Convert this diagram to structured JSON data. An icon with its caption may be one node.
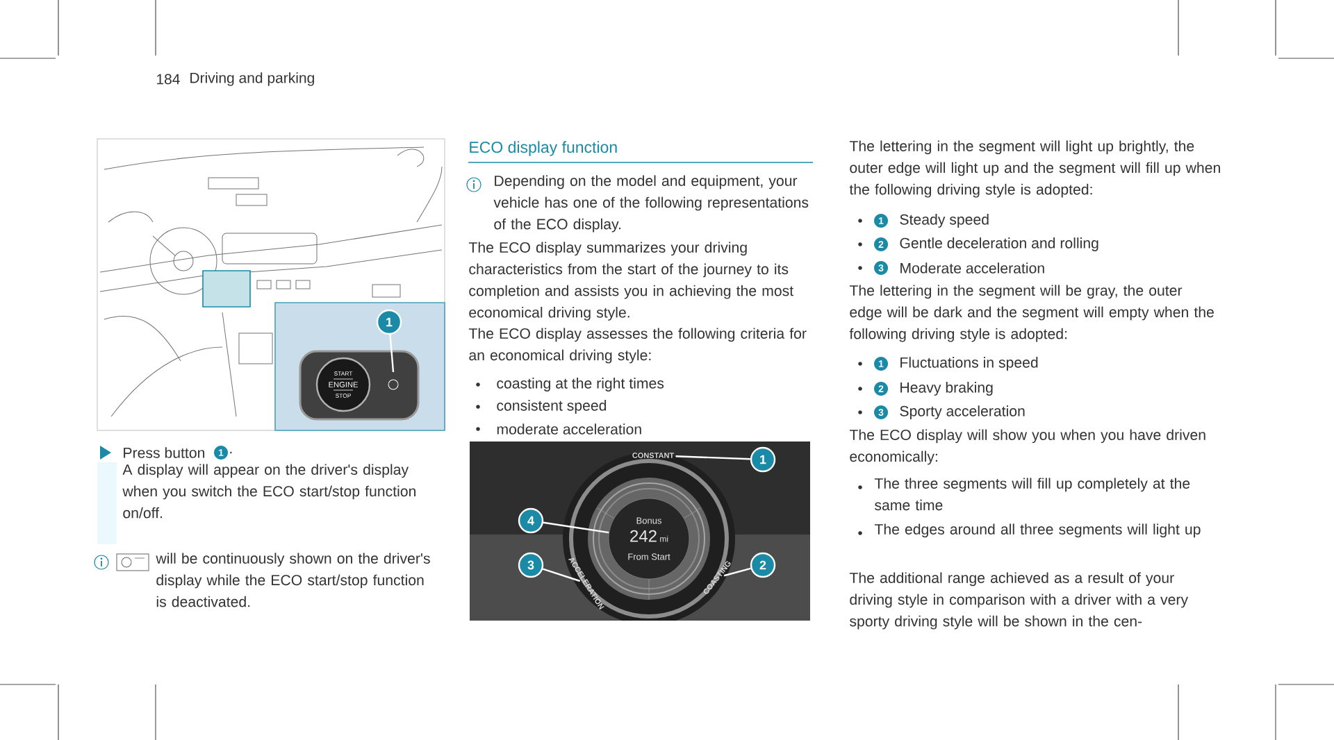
{
  "diagram": {
    "title": "ECO display function",
    "nodes": [
      {
        "text": [
          "1"
        ]
      },
      {
        "text": [
          "1"
        ]
      },
      {
        "text": [
          "2"
        ]
      },
      {
        "text": [
          "3"
        ]
      },
      {
        "text": [
          "4"
        ]
      },
      {
        "text": [
          "CONSTANT"
        ]
      },
      {
        "text": [
          "COASTING"
        ]
      },
      {
        "text": [
          "ACCELERATION"
        ]
      },
      {
        "text": [
          "Bonus",
          "242",
          "mi",
          "From Start"
        ]
      }
    ],
    "edges": [
      {
        "from": 0,
        "to": null,
        "arrow": "none"
      },
      {
        "from": 1,
        "to": 5,
        "arrow": "none"
      },
      {
        "from": 2,
        "to": 6,
        "arrow": "none"
      },
      {
        "from": 3,
        "to": 7,
        "arrow": "none"
      },
      {
        "from": 4,
        "to": 8,
        "arrow": "none"
      }
    ],
    "labels": [
      "184",
      "Driving and parking",
      "START",
      "ENGINE",
      "STOP",
      "Press button",
      "1",
      ".",
      "A display will appear on the driver's display when you switch the ECO start/stop function on/off.",
      "will be continuously shown on the driver's display while the ECO start/stop function is deactivated.",
      "Depending on the model and equipment, your vehicle has one of the following representations of the ECO display.",
      "The ECO display summarizes your driving characteristics from the start of the journey to its completion and assists you in achieving the most economical driving style.",
      "The ECO display assesses the following criteria for an economical driving style:",
      "coasting at the right times",
      "consistent speed",
      "moderate acceleration",
      "The lettering in the segment will light up brightly, the outer edge will light up and the segment will fill up when the following driving style is adopted:",
      "1",
      "Steady speed",
      "2",
      "Gentle deceleration and rolling",
      "3",
      "Moderate acceleration",
      "The lettering in the segment will be gray, the outer edge will be dark and the segment will empty when the following driving style is adopted:",
      "1",
      "Fluctuations in speed",
      "2",
      "Heavy braking",
      "3",
      "Sporty acceleration",
      "The ECO display will show you when you have driven economically:",
      "The three segments will fill up completely at the same time",
      "The edges around all three segments will light up",
      "The additional range achieved as a result of your driving style in comparison with a driver with a very sporty driving style will be shown in the cen-"
    ]
  }
}
